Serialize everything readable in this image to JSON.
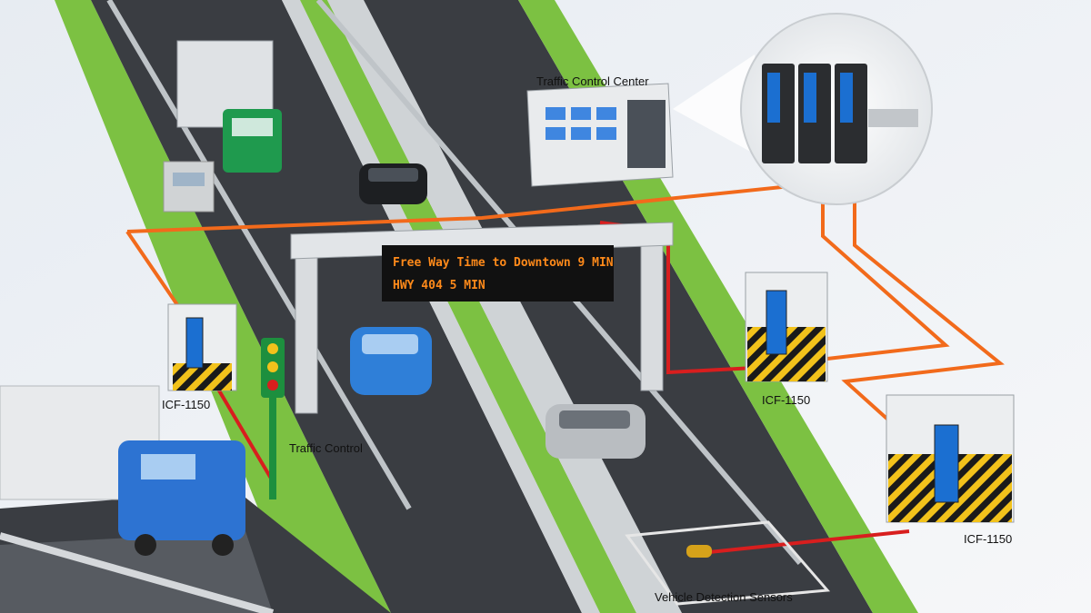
{
  "labels": {
    "control_center": "Traffic Control Center",
    "icf_left": "ICF-1150",
    "icf_mid": "ICF-1150",
    "icf_right": "ICF-1150",
    "traffic_control": "Traffic Control",
    "vehicle_sensors": "Vehicle Detection Sensors"
  },
  "sign": {
    "line1": "Free Way Time to Downtown 9 MIN",
    "line2": "HWY 404 5 MIN"
  },
  "colors": {
    "fiber": "#f26a1b",
    "serial": "#d81e1e",
    "grass": "#7cc142",
    "road": "#3a3d42",
    "hazard": "#f2c21b",
    "module": "#1b6fd1"
  },
  "icons": [
    "traffic-light-icon",
    "truck-icon",
    "car-icon",
    "converter-module-icon",
    "control-center-icon",
    "sensor-icon"
  ]
}
